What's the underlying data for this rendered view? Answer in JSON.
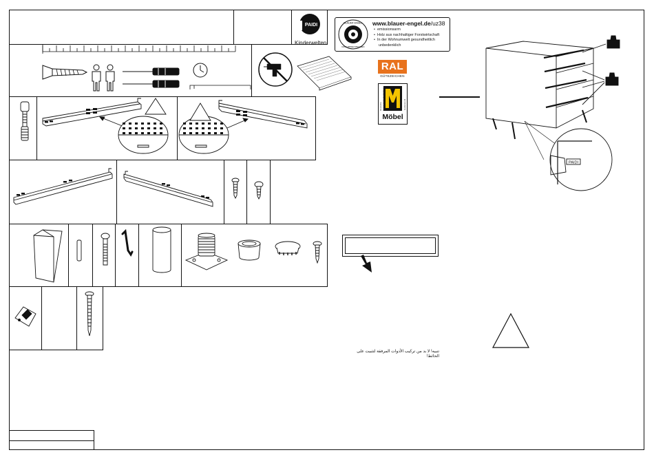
{
  "brand": {
    "name": "PAIDI",
    "subtitle": "Kinderwelten"
  },
  "blue_angel": {
    "seal_top": "BLAUER ENGEL",
    "seal_bottom": "DAS UMWELTZEICHEN",
    "url_domain": "www.blauer-engel.de",
    "url_path": "/uz38",
    "bullets": [
      "emissionsarm",
      "Holz aus nachhaltiger Forstwirtschaft",
      "In der Wohnumwelt gesundheitlich",
      "unbedenklich"
    ]
  },
  "ral": {
    "logo": "RAL",
    "subtitle": "GÜTEZEICHEN",
    "moebel_label": "Möbel",
    "moebel_side": "Deutsche Gütegemeinschaft Möbel",
    "moebel_side_right": "Goldenes M"
  },
  "callout_label": "PAIDI",
  "warning_note_ar": "تنبيه! لا بد من تركيب الأدوات المرفقة لتثبيت على الحائط!",
  "colors": {
    "ral_orange": "#e8721c",
    "moebel_yellow": "#f4c400",
    "ink": "#111111"
  }
}
